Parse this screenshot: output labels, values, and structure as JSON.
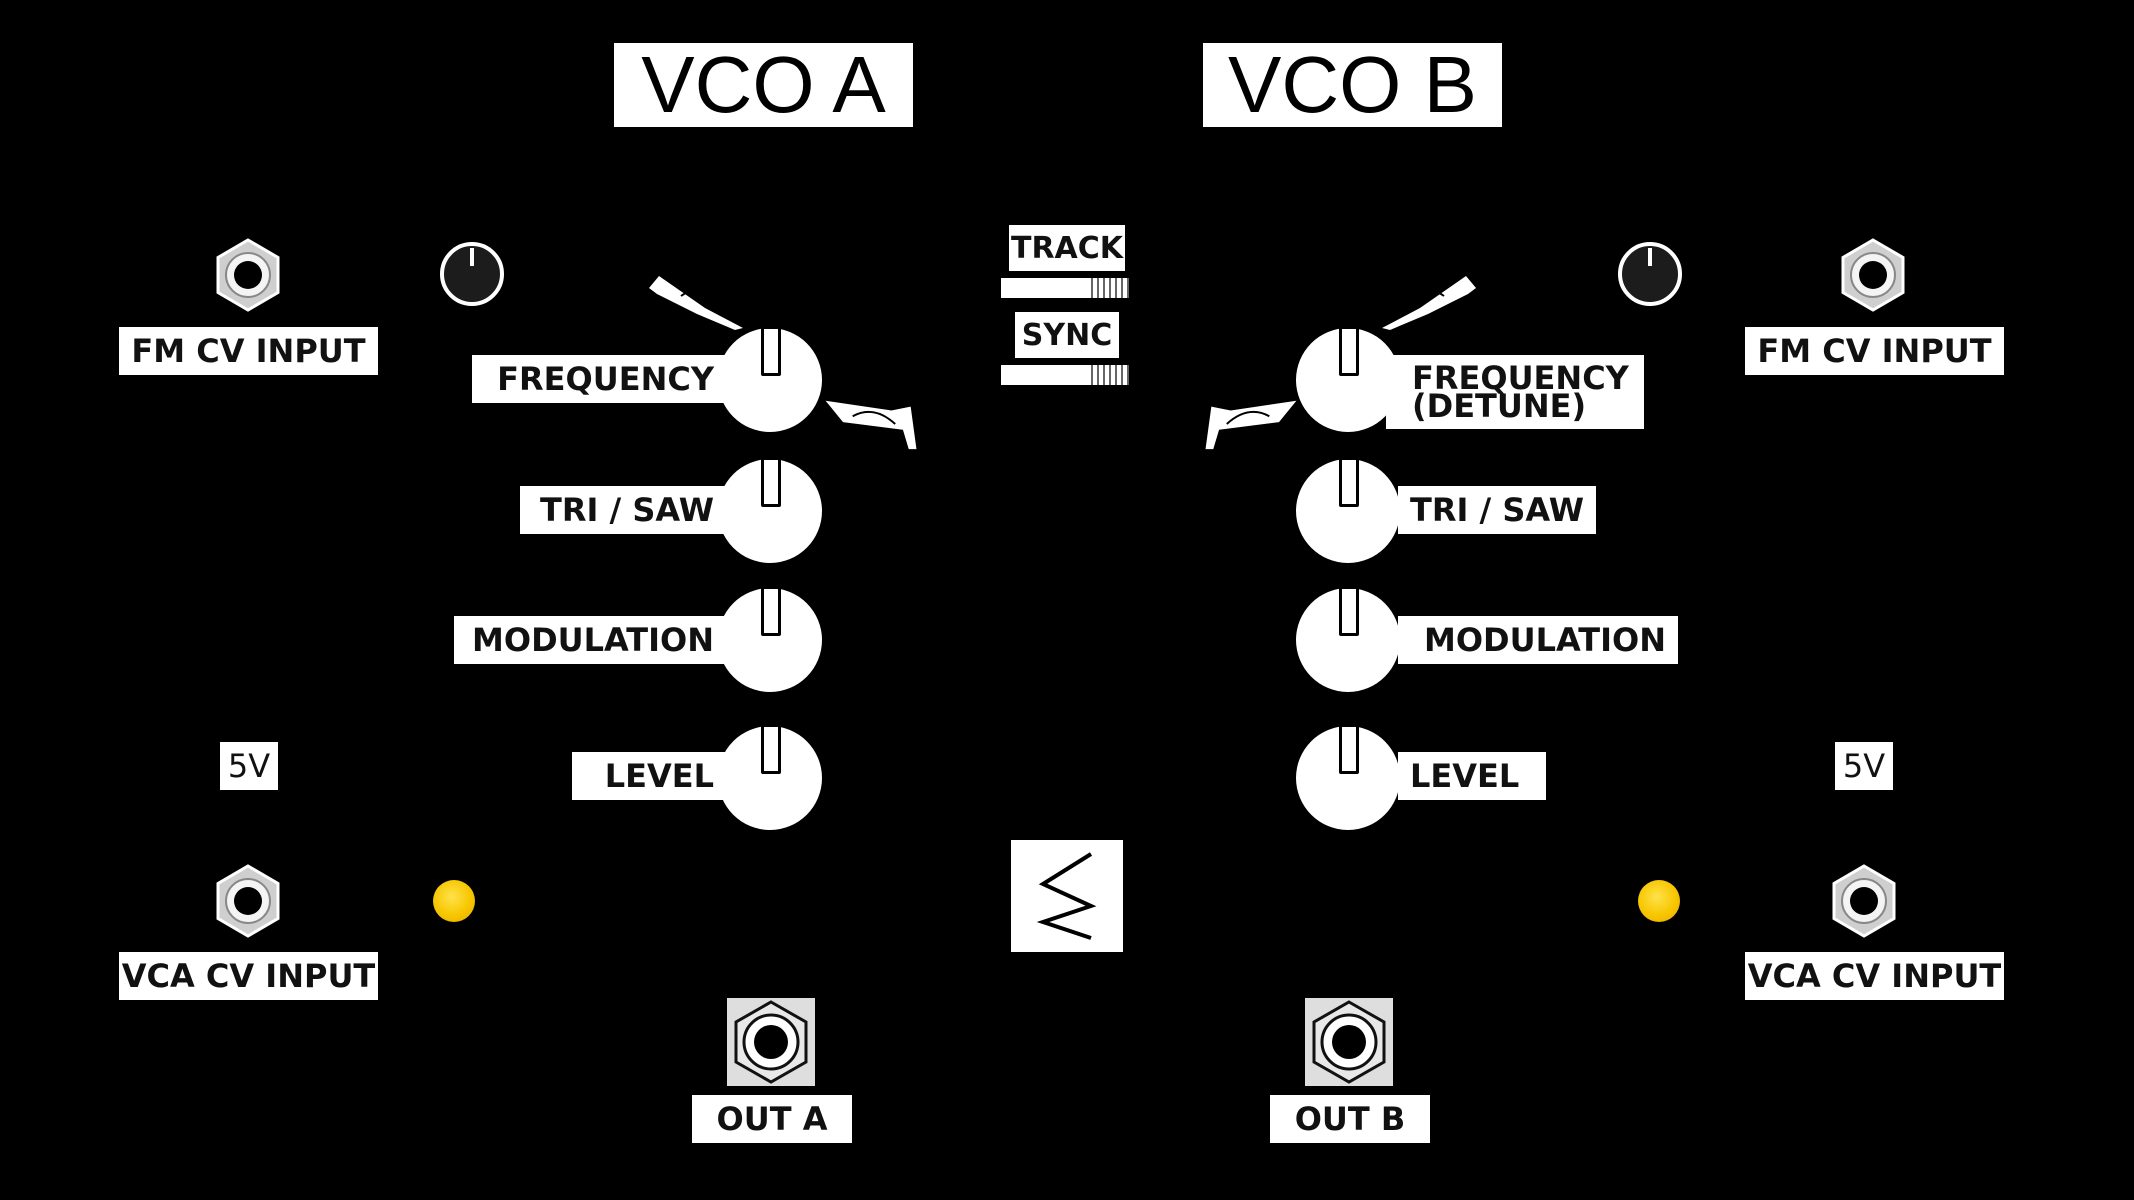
{
  "vco_a": {
    "title": "VCO A",
    "fm_cv_input": "FM CV INPUT",
    "knobs": {
      "frequency": "FREQUENCY",
      "tri_saw": "TRI / SAW",
      "modulation": "MODULATION",
      "level": "LEVEL"
    },
    "voltage_label": "5V",
    "vca_cv_input": "VCA CV INPUT",
    "output": "OUT A"
  },
  "vco_b": {
    "title": "VCO B",
    "fm_cv_input": "FM CV INPUT",
    "knobs": {
      "frequency": "FREQUENCY",
      "detune": "(DETUNE)",
      "tri_saw": "TRI / SAW",
      "modulation": "MODULATION",
      "level": "LEVEL"
    },
    "voltage_label": "5V",
    "vca_cv_input": "VCA CV INPUT",
    "output": "OUT B"
  },
  "center": {
    "track_label": "TRACK",
    "sync_label": "SYNC"
  },
  "colors": {
    "background": "#000000",
    "panel_white": "#ffffff",
    "led_yellow": "#f7c600",
    "jack_gray": "#dedede"
  }
}
